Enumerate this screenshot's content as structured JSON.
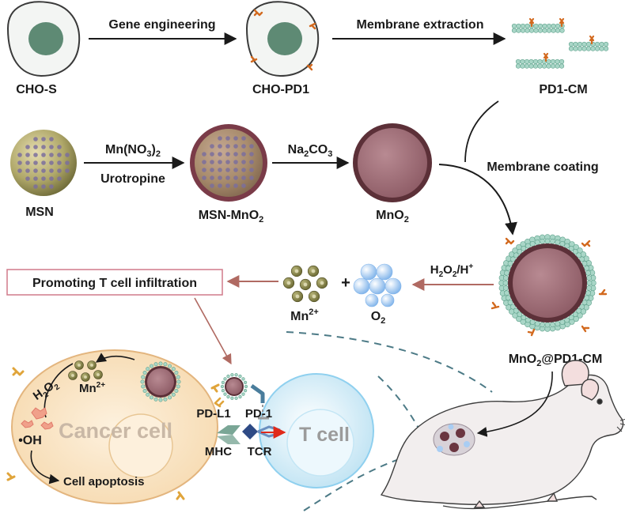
{
  "cells": {
    "cho_s": "CHO-S",
    "cho_pd1": "CHO-PD1",
    "pd1_cm": "PD1-CM"
  },
  "steps": {
    "gene_engineering": "Gene engineering",
    "membrane_extraction": "Membrane extraction",
    "membrane_coating": "Membrane coating",
    "reagent_mn_base": "Mn(NO",
    "reagent_mn_sub": "3",
    "reagent_mn_tail": ")",
    "reagent_mn_sub2": "2",
    "reagent_urotropine": "Urotropine",
    "reagent_na_base": "Na",
    "reagent_na_sub": "2",
    "reagent_na_tail": "CO",
    "reagent_na_sub2": "3",
    "h2o2_base": "H",
    "h2o2_sub1": "2",
    "h2o2_mid": "O",
    "h2o2_sub2": "2",
    "h2o2_tail": "/H",
    "h2o2_sup": "+"
  },
  "particles": {
    "msn": "MSN",
    "msn_mno2_base": "MSN-MnO",
    "msn_mno2_sub": "2",
    "mno2_base": "MnO",
    "mno2_sub": "2",
    "final_base": "MnO",
    "final_sub": "2",
    "final_tail": "@PD1-CM"
  },
  "products": {
    "mn_base": "Mn",
    "mn_sup": "2+",
    "plus": "+",
    "o2_base": "O",
    "o2_sub": "2"
  },
  "infiltration_box": "Promoting T cell infiltration",
  "mechanism": {
    "h2o2_base": "H",
    "h2o2_sub1": "2",
    "h2o2_mid": "O",
    "h2o2_sub2": "2",
    "mn_base": "Mn",
    "mn_sup": "2+",
    "oh": "•OH",
    "cancer_cell": "Cancer cell",
    "apoptosis": "Cell apoptosis",
    "pd_l1": "PD-L1",
    "pd_1": "PD-1",
    "mhc": "MHC",
    "tcr": "TCR",
    "t_cell": "T cell"
  },
  "colors": {
    "cell_fill": "#f3f5f3",
    "nucleus": "#5e8a74",
    "receptor": "#d2691e",
    "membrane_bead": "#a9d6c7",
    "msn_fill": "#b0a86a",
    "msn_pore": "#7b6f9c",
    "mno2_fill": "#9b6b74",
    "mno2_ring": "#5c3038",
    "mn_ion": "#7c7a3e",
    "o2_bubble": "#a9cdf3",
    "arrow_brown": "#b06a62",
    "cancer_fill": "#fbe6c8",
    "tcell_fill": "#dff2fb",
    "mhc": "#7aa696",
    "tcr": "#2e4a85",
    "pd1": "#4a7d9c"
  }
}
